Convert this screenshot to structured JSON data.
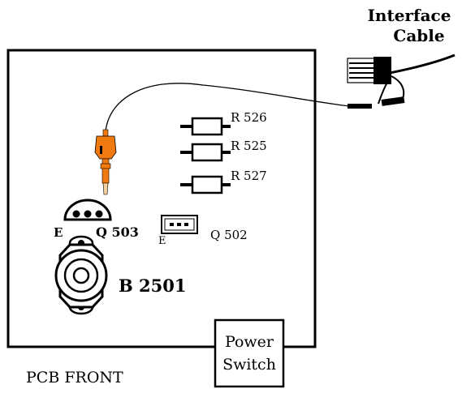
{
  "cable_label": {
    "line1": "Interface",
    "line2": "Cable"
  },
  "resistors": [
    {
      "label": "R 526"
    },
    {
      "label": "R 525"
    },
    {
      "label": "R 527"
    }
  ],
  "q503": {
    "emitter_label": "E",
    "label": "Q 503"
  },
  "q502": {
    "emitter_label": "E",
    "label": "Q 502"
  },
  "b2501": {
    "label": "B 2501"
  },
  "power_switch": {
    "line1": "Power",
    "line2": "Switch"
  },
  "board_label": "PCB FRONT",
  "colors": {
    "probe_clip": "#f07a10",
    "outline": "#000000",
    "background": "#ffffff"
  }
}
